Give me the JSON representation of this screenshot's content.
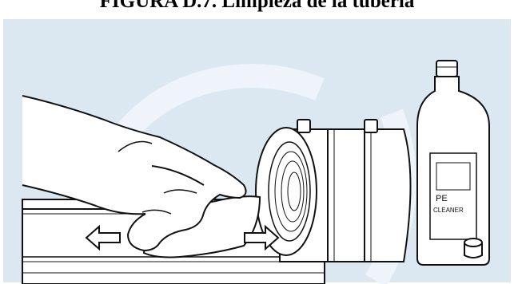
{
  "figure": {
    "caption": "FIGURA D.7. Limpieza de la tubería",
    "bottle_label_line1": "PE",
    "bottle_label_line2": "CLEANER"
  },
  "colors": {
    "panel_background": "#dbe8f2",
    "watermark": "#eef4f9",
    "line": "#111111",
    "fill": "#ffffff"
  },
  "icons": [
    "hand-icon",
    "cloth-icon",
    "arrow-left-icon",
    "arrow-right-icon",
    "pipe-icon",
    "fitting-icon",
    "bottle-icon",
    "cap-icon"
  ]
}
